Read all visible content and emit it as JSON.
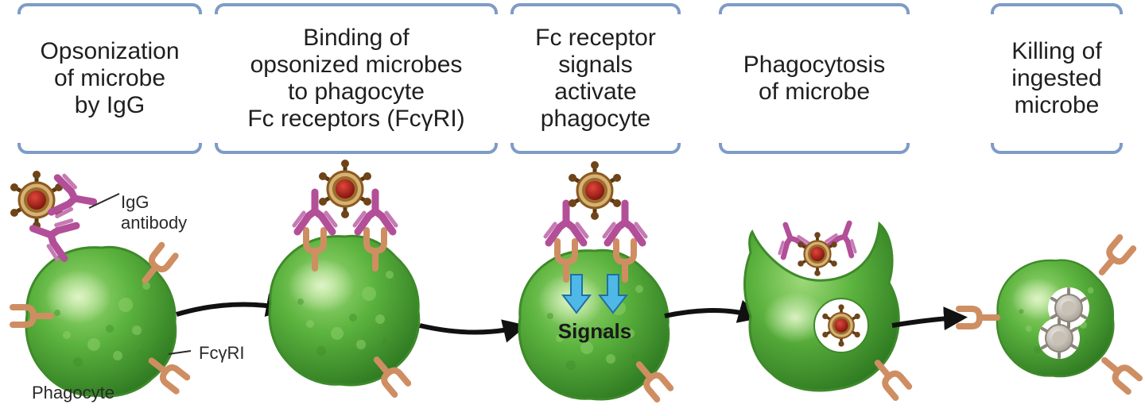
{
  "steps": [
    {
      "title": "Opsonization\nof microbe\nby IgG"
    },
    {
      "title": "Binding of\nopsonized microbes\nto phagocyte\nFc receptors (FcγRI)"
    },
    {
      "title": "Fc receptor\nsignals\nactivate\nphagocyte"
    },
    {
      "title": "Phagocytosis\nof microbe"
    },
    {
      "title": "Killing of\ningested\nmicrobe"
    }
  ],
  "labels": {
    "igg": "IgG\nantibody",
    "receptor": "FcγRI",
    "phagocyte": "Phagocyte",
    "signals": "Signals"
  },
  "colors": {
    "bracket": "#7d9cc7",
    "cell": "#5cb33e",
    "cell_dark": "#3c8a28",
    "antibody": "#b24f98",
    "receptor": "#cf8e62",
    "microbe_core": "#b1231a",
    "microbe_shell": "#8a5a1f",
    "signal_arrow": "#4fb8e6",
    "arrow": "#111111"
  }
}
